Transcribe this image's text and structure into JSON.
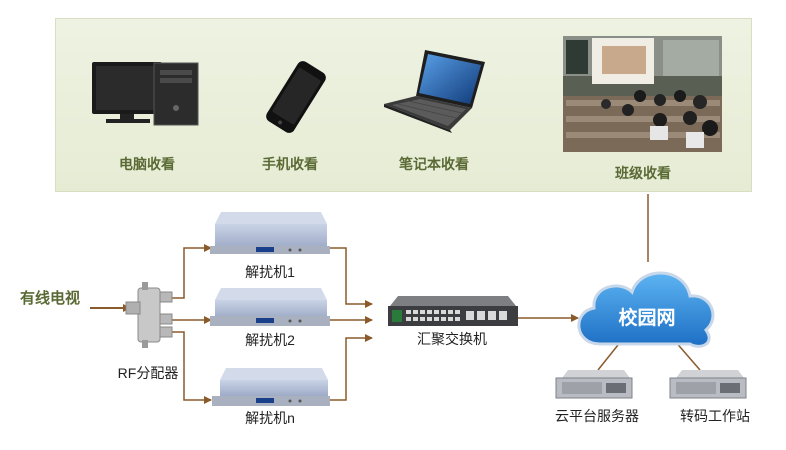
{
  "viewing": {
    "pc": "电脑收看",
    "phone": "手机收看",
    "laptop": "笔记本收看",
    "classroom": "班级收看"
  },
  "source": "有线电视",
  "splitter": "RF分配器",
  "descramblers": [
    "解扰机1",
    "解扰机2",
    "解扰机n"
  ],
  "switch": "汇聚交换机",
  "network": "校园网",
  "servers": {
    "cloud": "云平台服务器",
    "transcode": "转码工作站"
  },
  "colors": {
    "arrow": "#8b5a2b",
    "panel": "#e8eed8",
    "label_green": "#5a6a35",
    "cloud_blue": "#2a7fd4"
  }
}
